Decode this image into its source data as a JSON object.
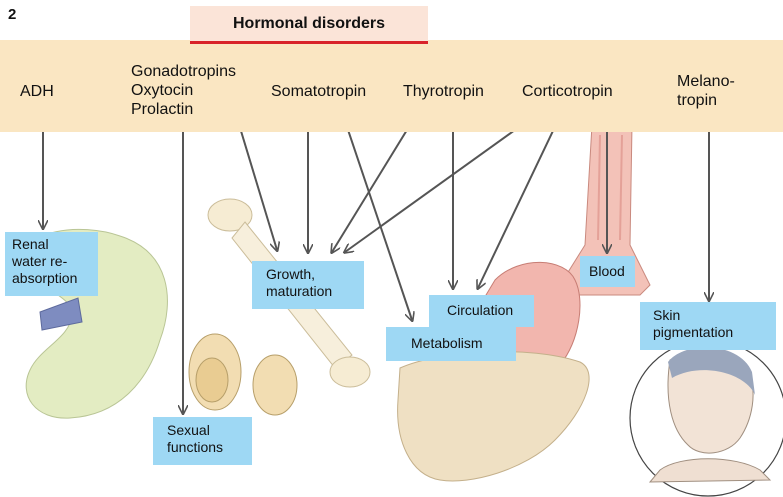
{
  "figure_number": "2",
  "title": "Hormonal disorders",
  "hormones": {
    "adh": "ADH",
    "gonadotropins": "Gonadotropins",
    "oxytocin": "Oxytocin",
    "prolactin": "Prolactin",
    "somatotropin": "Somatotropin",
    "thyrotropin": "Thyrotropin",
    "corticotropin": "Corticotropin",
    "melanotropin_line1": "Melano-",
    "melanotropin_line2": "tropin"
  },
  "targets": {
    "renal_line1": "Renal",
    "renal_line2": "water re-",
    "renal_line3": "absorption",
    "growth_line1": "Growth,",
    "growth_line2": "maturation",
    "circulation": "Circulation",
    "metabolism": "Metabolism",
    "blood": "Blood",
    "skin_line1": "Skin",
    "skin_line2": "pigmentation",
    "sexual_line1": "Sexual",
    "sexual_line2": "functions"
  },
  "colors": {
    "band": "#fae6c2",
    "label_box": "#9ed8f4",
    "title_box": "#fbe4d8",
    "title_underline": "#d8232a",
    "arrow": "#555555"
  }
}
